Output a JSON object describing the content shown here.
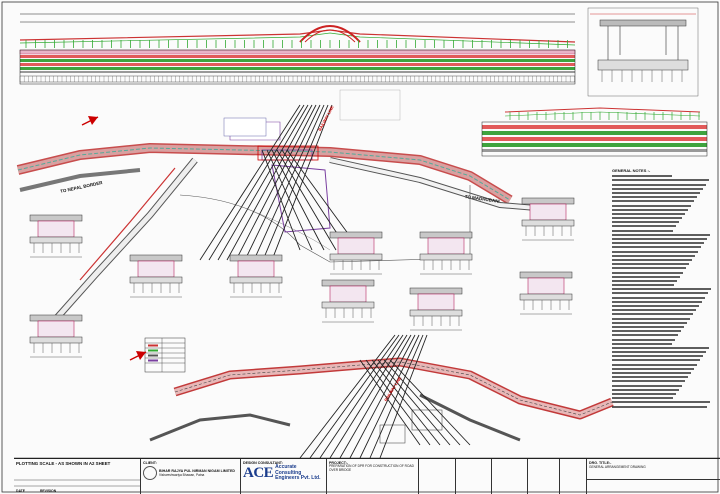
{
  "labels": {
    "to_nepal_border": "TO NEPAL BORDER",
    "to_madhubani": "TO MADHUBANI",
    "rail_top": "RAILWAY LINE",
    "rail_bottom": "RAILWAY LINE"
  },
  "notes": {
    "title": "GENERAL NOTES :-"
  },
  "title_block": {
    "plotting_scale": "PLOTTING SCALE - AS SHOWN IN A2 SHEET",
    "client_caption": "CLIENT:",
    "client_name": "BIHAR RAJYA PUL NIRMAN NIGAM LIMITED",
    "client_address": "Vishweshwariya Bhawan, Patna",
    "consultant_caption": "DESIGN CONSULTANT:",
    "consultant_logo": "ACE",
    "consultant_name_1": "Accurate Consulting",
    "consultant_name_2": "Engineers Pvt. Ltd.",
    "project_caption": "PROJECT:-",
    "project_text": "PREPARATION OF DPR FOR CONSTRUCTION OF ROAD OVER BRIDGE",
    "drg_title_caption": "DRG. TITLE:-",
    "drg_title_text": "GENERAL ARRANGEMENT DRAWING",
    "col_date": "DATE",
    "col_revision": "REVISION"
  },
  "colors": {
    "road_fill": "#d9a0a0",
    "road_edge": "#c23a3a",
    "green_band": "#3fa03f",
    "structure": "#9a2a2a",
    "purple": "#7a3fa0",
    "rail": "#222222"
  }
}
